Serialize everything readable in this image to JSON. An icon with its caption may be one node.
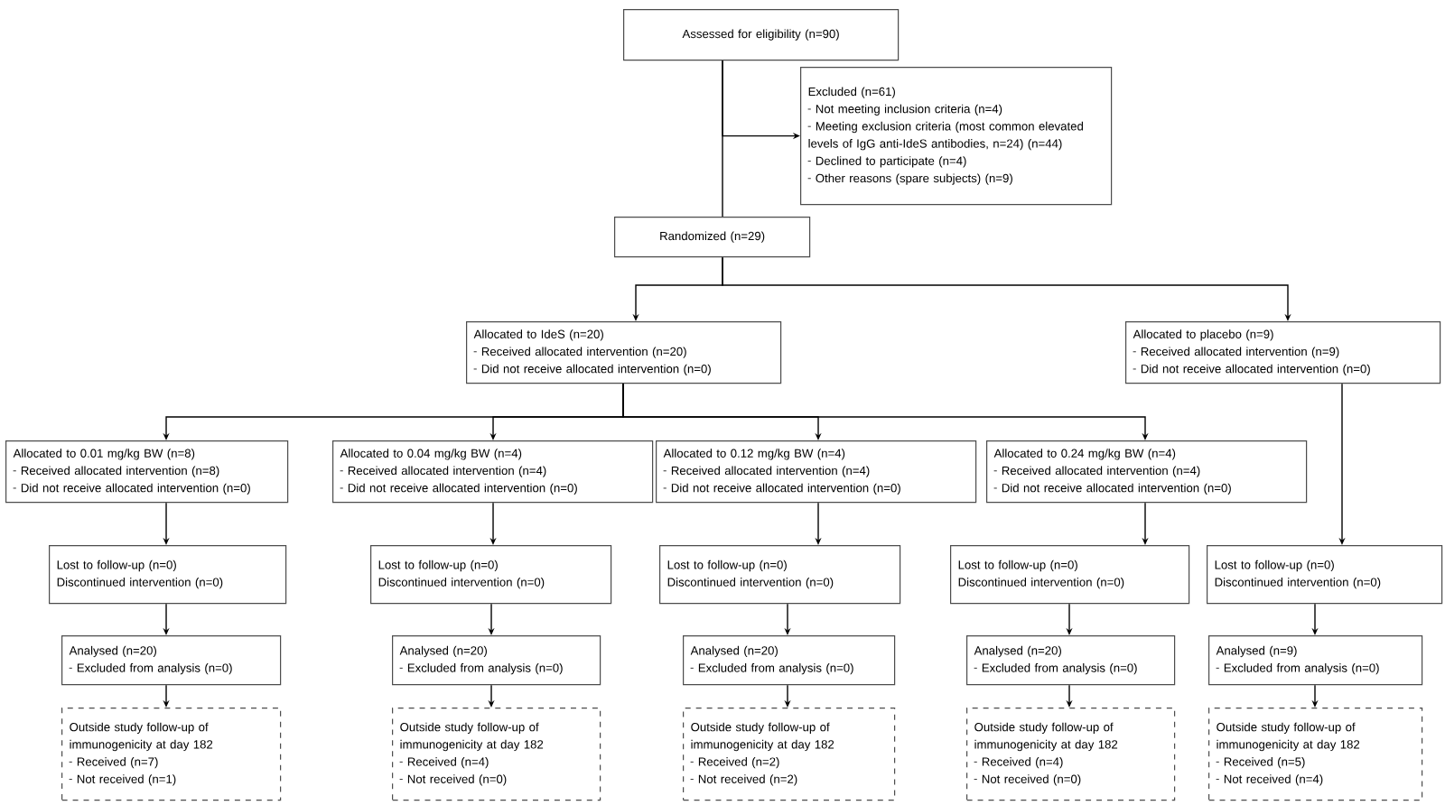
{
  "diagram": {
    "nodes": [
      {
        "text": [
          "Assessed for eligibility (n=90)"
        ]
      },
      {
        "text": [
          "Excluded (n=61)",
          "Not meeting inclusion criteria (n=4)",
          "Meeting exclusion criteria (most common elevated levels of IgG anti-IdeS antibodies, n=24) (n=44)",
          "Declined to participate (n=4)",
          "Other reasons (spare subjects) (n=9)"
        ]
      },
      {
        "text": [
          "Randomized (n=29)"
        ]
      },
      {
        "text": [
          "Allocated to IdeS (n=20)",
          "Received allocated intervention (n=20)",
          "Did not receive allocated intervention (n=0)"
        ]
      },
      {
        "text": [
          "Allocated to placebo (n=9)",
          "Received allocated intervention (n=9)",
          "Did not receive allocated intervention (n=0)"
        ]
      },
      {
        "text": [
          "Allocated to 0.01 mg/kg BW (n=8)",
          "Received allocated intervention (n=8)",
          "Did not receive allocated intervention (n=0)"
        ]
      },
      {
        "text": [
          "Allocated to 0.04 mg/kg BW (n=4)",
          "Received allocated intervention (n=4)",
          "Did not receive allocated intervention (n=0)"
        ]
      },
      {
        "text": [
          "Allocated to 0.12 mg/kg BW (n=4)",
          "Received allocated intervention (n=4)",
          "Did not receive allocated intervention (n=0)"
        ]
      },
      {
        "text": [
          "Allocated to 0.24 mg/kg BW (n=4)",
          "Received allocated intervention (n=4)",
          "Did not receive allocated intervention (n=0)"
        ]
      },
      {
        "text": [
          "Lost to follow-up (n=0)",
          "Discontinued intervention (n=0)"
        ]
      },
      {
        "text": [
          "Lost to follow-up (n=0)",
          "Discontinued intervention (n=0)"
        ]
      },
      {
        "text": [
          "Lost to follow-up (n=0)",
          "Discontinued intervention (n=0)"
        ]
      },
      {
        "text": [
          "Lost to follow-up (n=0)",
          "Discontinued intervention (n=0)"
        ]
      },
      {
        "text": [
          "Lost to follow-up (n=0)",
          "Discontinued intervention (n=0)"
        ]
      },
      {
        "text": [
          "Analysed (n=20)",
          "Excluded from analysis (n=0)"
        ]
      },
      {
        "text": [
          "Analysed (n=20)",
          "Excluded from analysis (n=0)"
        ]
      },
      {
        "text": [
          "Analysed (n=20)",
          "Excluded from analysis (n=0)"
        ]
      },
      {
        "text": [
          "Analysed (n=20)",
          "Excluded from analysis (n=0)"
        ]
      },
      {
        "text": [
          "Analysed (n=9)",
          "Excluded from analysis (n=0)"
        ]
      },
      {
        "text": [
          "Outside study follow-up of immunogenicity at day 182",
          "Received (n=7)",
          "Not received (n=1)"
        ]
      },
      {
        "text": [
          "Outside study follow-up of immunogenicity at day 182",
          "Received (n=4)",
          "Not received (n=0)"
        ]
      },
      {
        "text": [
          "Outside study follow-up of immunogenicity at day 182",
          "Received (n=2)",
          "Not received (n=2)"
        ]
      },
      {
        "text": [
          "Outside study follow-up of immunogenicity at day 182",
          "Received (n=4)",
          "Not received (n=0)"
        ]
      },
      {
        "text": [
          "Outside study follow-up of immunogenicity at day 182",
          "Received (n=5)",
          "Not received (n=4)"
        ]
      }
    ],
    "edges": [
      {
        "from": 0,
        "to": 2,
        "arrow": "none"
      },
      {
        "from": 0,
        "to": 1,
        "arrow": "to"
      },
      {
        "from": 2,
        "to": 3,
        "arrow": "to"
      },
      {
        "from": 2,
        "to": 4,
        "arrow": "to"
      },
      {
        "from": 3,
        "to": 5,
        "arrow": "to"
      },
      {
        "from": 3,
        "to": 6,
        "arrow": "to"
      },
      {
        "from": 3,
        "to": 7,
        "arrow": "to"
      },
      {
        "from": 3,
        "to": 8,
        "arrow": "to"
      },
      {
        "from": 4,
        "to": 13,
        "arrow": "to"
      },
      {
        "from": 5,
        "to": 9,
        "arrow": "to"
      },
      {
        "from": 6,
        "to": 10,
        "arrow": "to"
      },
      {
        "from": 7,
        "to": 11,
        "arrow": "to"
      },
      {
        "from": 8,
        "to": 12,
        "arrow": "to"
      },
      {
        "from": 9,
        "to": 14,
        "arrow": "to"
      },
      {
        "from": 10,
        "to": 15,
        "arrow": "to"
      },
      {
        "from": 11,
        "to": 16,
        "arrow": "to"
      },
      {
        "from": 12,
        "to": 17,
        "arrow": "to"
      },
      {
        "from": 13,
        "to": 18,
        "arrow": "to"
      },
      {
        "from": 14,
        "to": 19,
        "arrow": "to"
      },
      {
        "from": 15,
        "to": 20,
        "arrow": "to"
      },
      {
        "from": 16,
        "to": 21,
        "arrow": "to"
      },
      {
        "from": 17,
        "to": 22,
        "arrow": "to"
      },
      {
        "from": 18,
        "to": 23,
        "arrow": "to"
      }
    ]
  }
}
